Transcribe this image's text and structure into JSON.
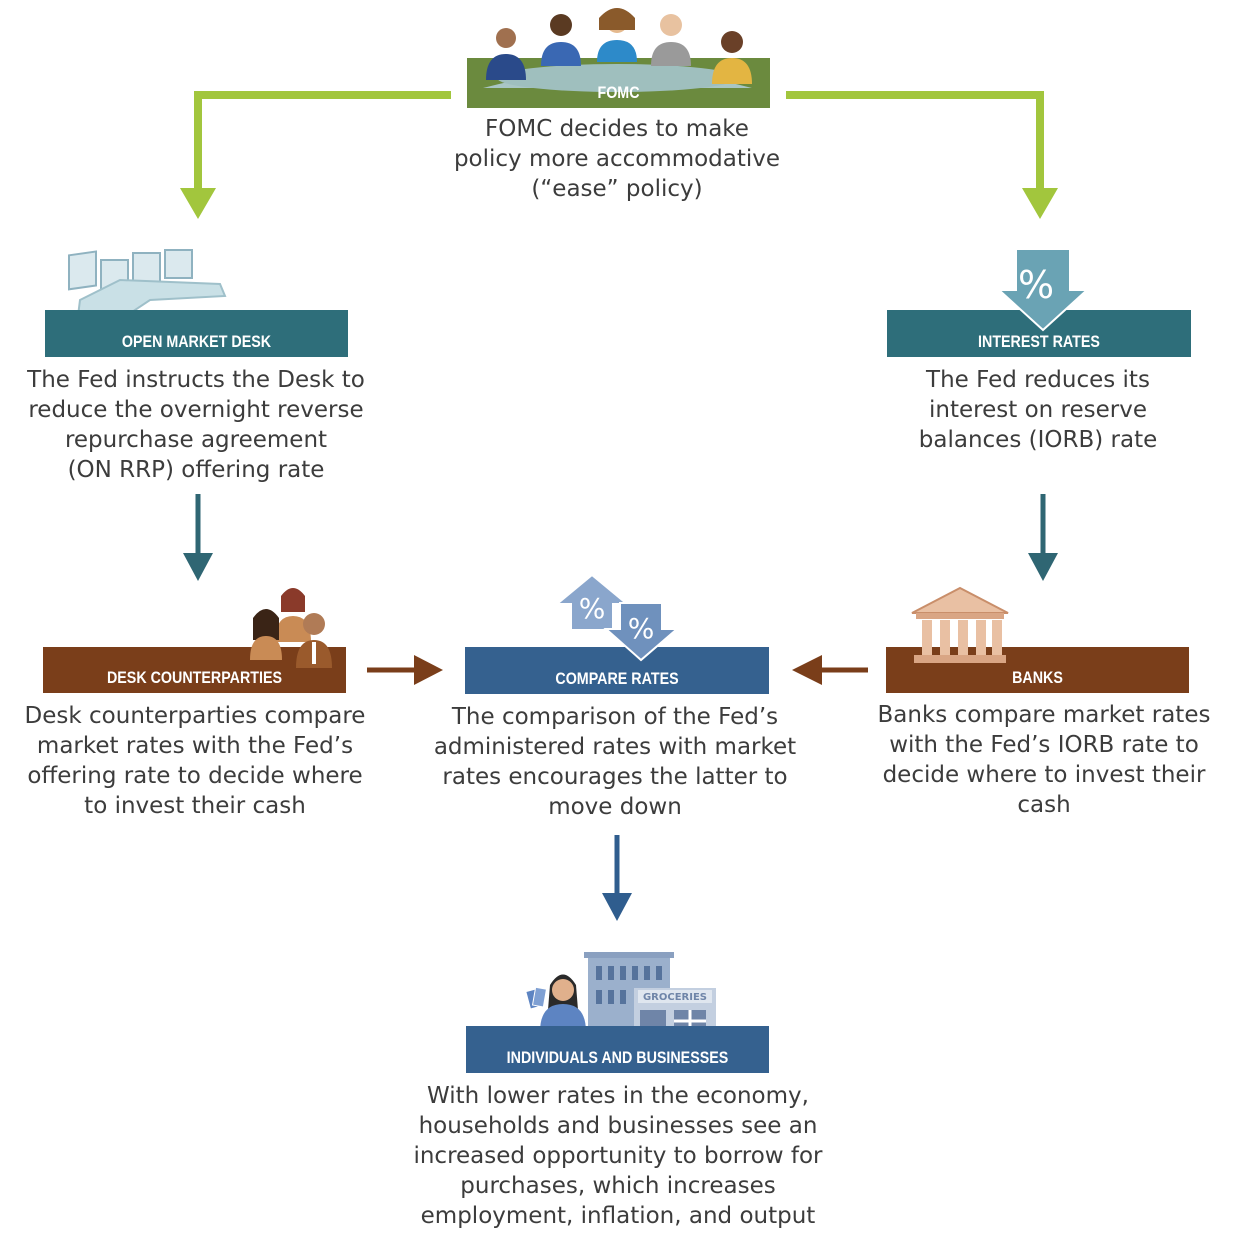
{
  "colors": {
    "green_bar": "#6b8a3e",
    "green_arrow": "#a2c63d",
    "teal_bar": "#2e6e7a",
    "teal_arrow": "#2f6673",
    "brown_bar": "#7a3e1a",
    "brown_arrow": "#7a3e1a",
    "blue_bar": "#35618f",
    "blue_arrow": "#2f5d8e",
    "text": "#3c3c3c"
  },
  "nodes": {
    "fomc": {
      "label": "FOMC",
      "lines": [
        "FOMC decides to make",
        "policy more accommodative",
        "(“ease” policy)"
      ],
      "icon": "committee-people-icon"
    },
    "open_market_desk": {
      "label": "OPEN MARKET DESK",
      "lines": [
        "The Fed instructs the Desk to",
        "reduce the overnight reverse",
        "repurchase agreement",
        "(ON RRP) offering rate"
      ],
      "icon": "trading-desk-icon"
    },
    "interest_rates": {
      "label": "INTEREST RATES",
      "lines": [
        "The Fed reduces its",
        "interest on reserve",
        "balances (IORB) rate"
      ],
      "icon": "percent-down-arrow-icon",
      "icon_text": "%"
    },
    "desk_counterparties": {
      "label": "DESK COUNTERPARTIES",
      "lines": [
        "Desk counterparties compare",
        "market rates with the Fed’s",
        "offering rate to decide where",
        "to invest their cash"
      ],
      "icon": "counterparties-people-icon"
    },
    "compare_rates": {
      "label": "COMPARE RATES",
      "lines": [
        "The comparison of the Fed’s",
        "administered rates with market",
        "rates encourages the latter to",
        "move down"
      ],
      "icon": "percent-up-down-arrows-icon",
      "icon_text": "%"
    },
    "banks": {
      "label": "BANKS",
      "lines": [
        "Banks compare market rates",
        "with the Fed’s IORB rate to",
        "decide where to invest their",
        "cash"
      ],
      "icon": "bank-building-icon"
    },
    "individuals_businesses": {
      "label": "INDIVIDUALS AND BUSINESSES",
      "lines": [
        "With lower rates in the economy,",
        "households and businesses see an",
        "increased opportunity to borrow for",
        "purchases, which increases",
        "employment, inflation, and output"
      ],
      "icon": "shopper-and-stores-icon",
      "store_sign": "GROCERIES"
    }
  }
}
